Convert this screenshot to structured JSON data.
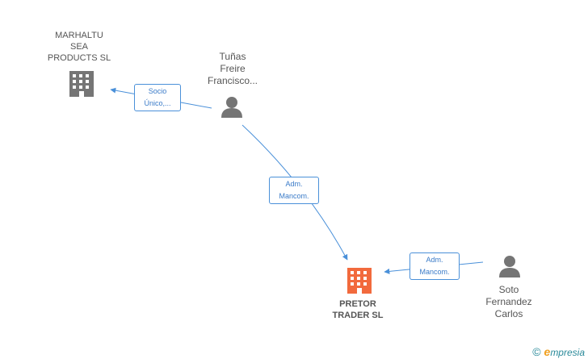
{
  "nodes": {
    "marhaltu": {
      "label_lines": [
        "MARHALTU",
        "SEA",
        "PRODUCTS SL"
      ],
      "type": "company",
      "color": "#757575"
    },
    "tunas": {
      "label_lines": [
        "Tuñas",
        "Freire",
        "Francisco..."
      ],
      "type": "person",
      "color": "#757575"
    },
    "pretor": {
      "label_lines": [
        "PRETOR",
        "TRADER SL"
      ],
      "type": "company",
      "color": "#f26a3d"
    },
    "soto": {
      "label_lines": [
        "Soto",
        "Fernandez",
        "Carlos"
      ],
      "type": "person",
      "color": "#757575"
    }
  },
  "edges": {
    "socio": {
      "label_lines": [
        "Socio",
        "Único,..."
      ]
    },
    "adm1": {
      "label_lines": [
        "Adm.",
        "Mancom."
      ]
    },
    "adm2": {
      "label_lines": [
        "Adm.",
        "Mancom."
      ]
    }
  },
  "colors": {
    "edge": "#4a90d9",
    "edge_text": "#3a7bc8"
  },
  "brand": {
    "copyright": "©",
    "e": "e",
    "rest": "mpresia"
  }
}
